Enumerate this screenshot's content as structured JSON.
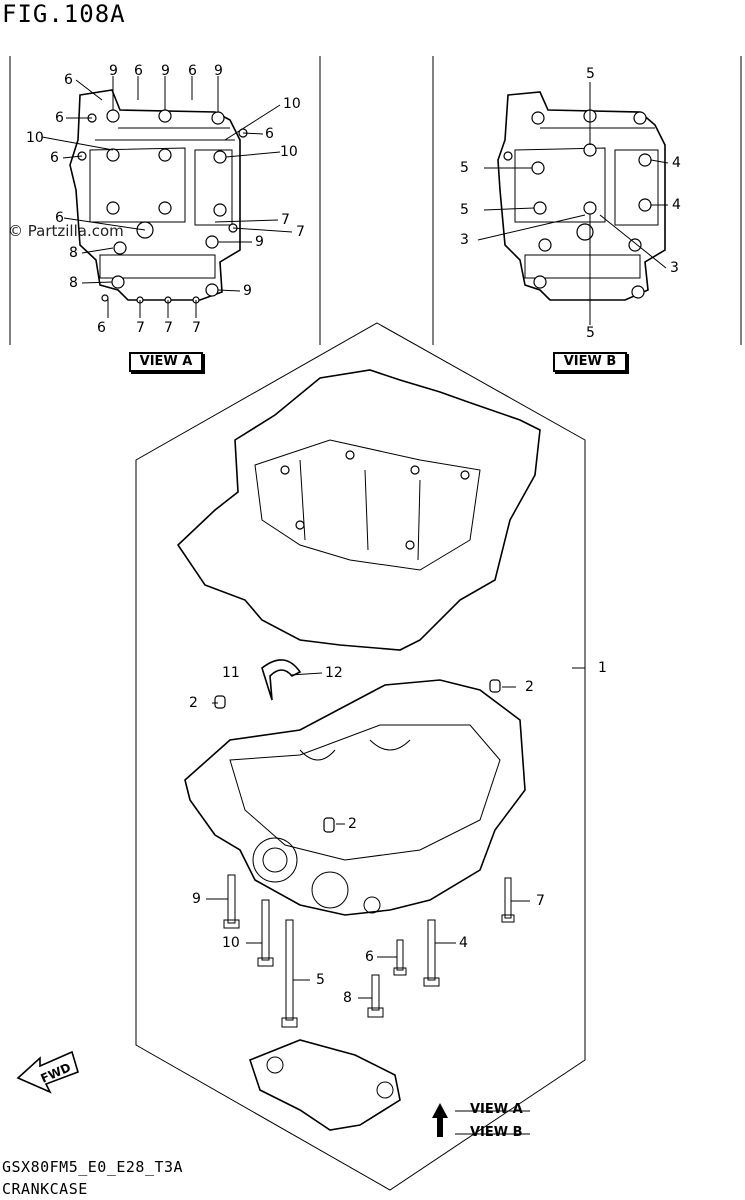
{
  "figure": {
    "title": "FIG.108A",
    "code": "GSX80FM5_E0_E28_T3A",
    "name": "CRANKCASE"
  },
  "watermark": "© Partzilla.com",
  "view_a": {
    "label": "VIEW A",
    "callouts": [
      {
        "num": "6"
      },
      {
        "num": "9"
      },
      {
        "num": "6"
      },
      {
        "num": "9"
      },
      {
        "num": "6"
      },
      {
        "num": "9"
      },
      {
        "num": "10"
      },
      {
        "num": "6"
      },
      {
        "num": "10"
      },
      {
        "num": "6"
      },
      {
        "num": "10"
      },
      {
        "num": "6"
      },
      {
        "num": "6"
      },
      {
        "num": "7"
      },
      {
        "num": "7"
      },
      {
        "num": "9"
      },
      {
        "num": "8"
      },
      {
        "num": "8"
      },
      {
        "num": "9"
      },
      {
        "num": "6"
      },
      {
        "num": "7"
      },
      {
        "num": "7"
      },
      {
        "num": "7"
      }
    ]
  },
  "view_b": {
    "label": "VIEW B",
    "callouts": [
      {
        "num": "5"
      },
      {
        "num": "5"
      },
      {
        "num": "4"
      },
      {
        "num": "5"
      },
      {
        "num": "4"
      },
      {
        "num": "3"
      },
      {
        "num": "3"
      },
      {
        "num": "5"
      }
    ]
  },
  "main": {
    "callouts": [
      {
        "num": "1"
      },
      {
        "num": "11"
      },
      {
        "num": "12"
      },
      {
        "num": "2"
      },
      {
        "num": "2"
      },
      {
        "num": "2"
      },
      {
        "num": "9"
      },
      {
        "num": "10"
      },
      {
        "num": "5"
      },
      {
        "num": "6"
      },
      {
        "num": "8"
      },
      {
        "num": "4"
      },
      {
        "num": "7"
      }
    ]
  },
  "fwd_label": "FWD",
  "view_refs": {
    "a": "VIEW A",
    "b": "VIEW B"
  }
}
